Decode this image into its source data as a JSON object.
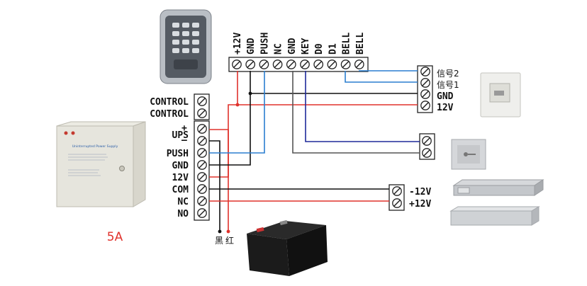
{
  "controller_terminals": [
    "+12V",
    "GND",
    "PUSH",
    "NC",
    "GND",
    "KEY",
    "D0",
    "D1",
    "BELL",
    "BELL"
  ],
  "power_supply": {
    "labels": [
      "CONTROL",
      "CONTROL",
      "UPS",
      "PUSH",
      "GND",
      "12V",
      "COM",
      "NC",
      "NO"
    ],
    "ups_plus": "+",
    "ups_minus": "–",
    "panel_title": "Uninterrupted Power Supply",
    "rating": "5A"
  },
  "doorbell_labels": [
    "信号2",
    "信号1",
    "GND",
    "12V"
  ],
  "lock_labels": [
    "-12V",
    "+12V"
  ],
  "battery_labels": [
    "黑",
    "红"
  ],
  "colors": {
    "red": "#e0322c",
    "black": "#111111",
    "blue": "#2b7fd0",
    "navy": "#1e2a9a",
    "gray": "#555555"
  }
}
